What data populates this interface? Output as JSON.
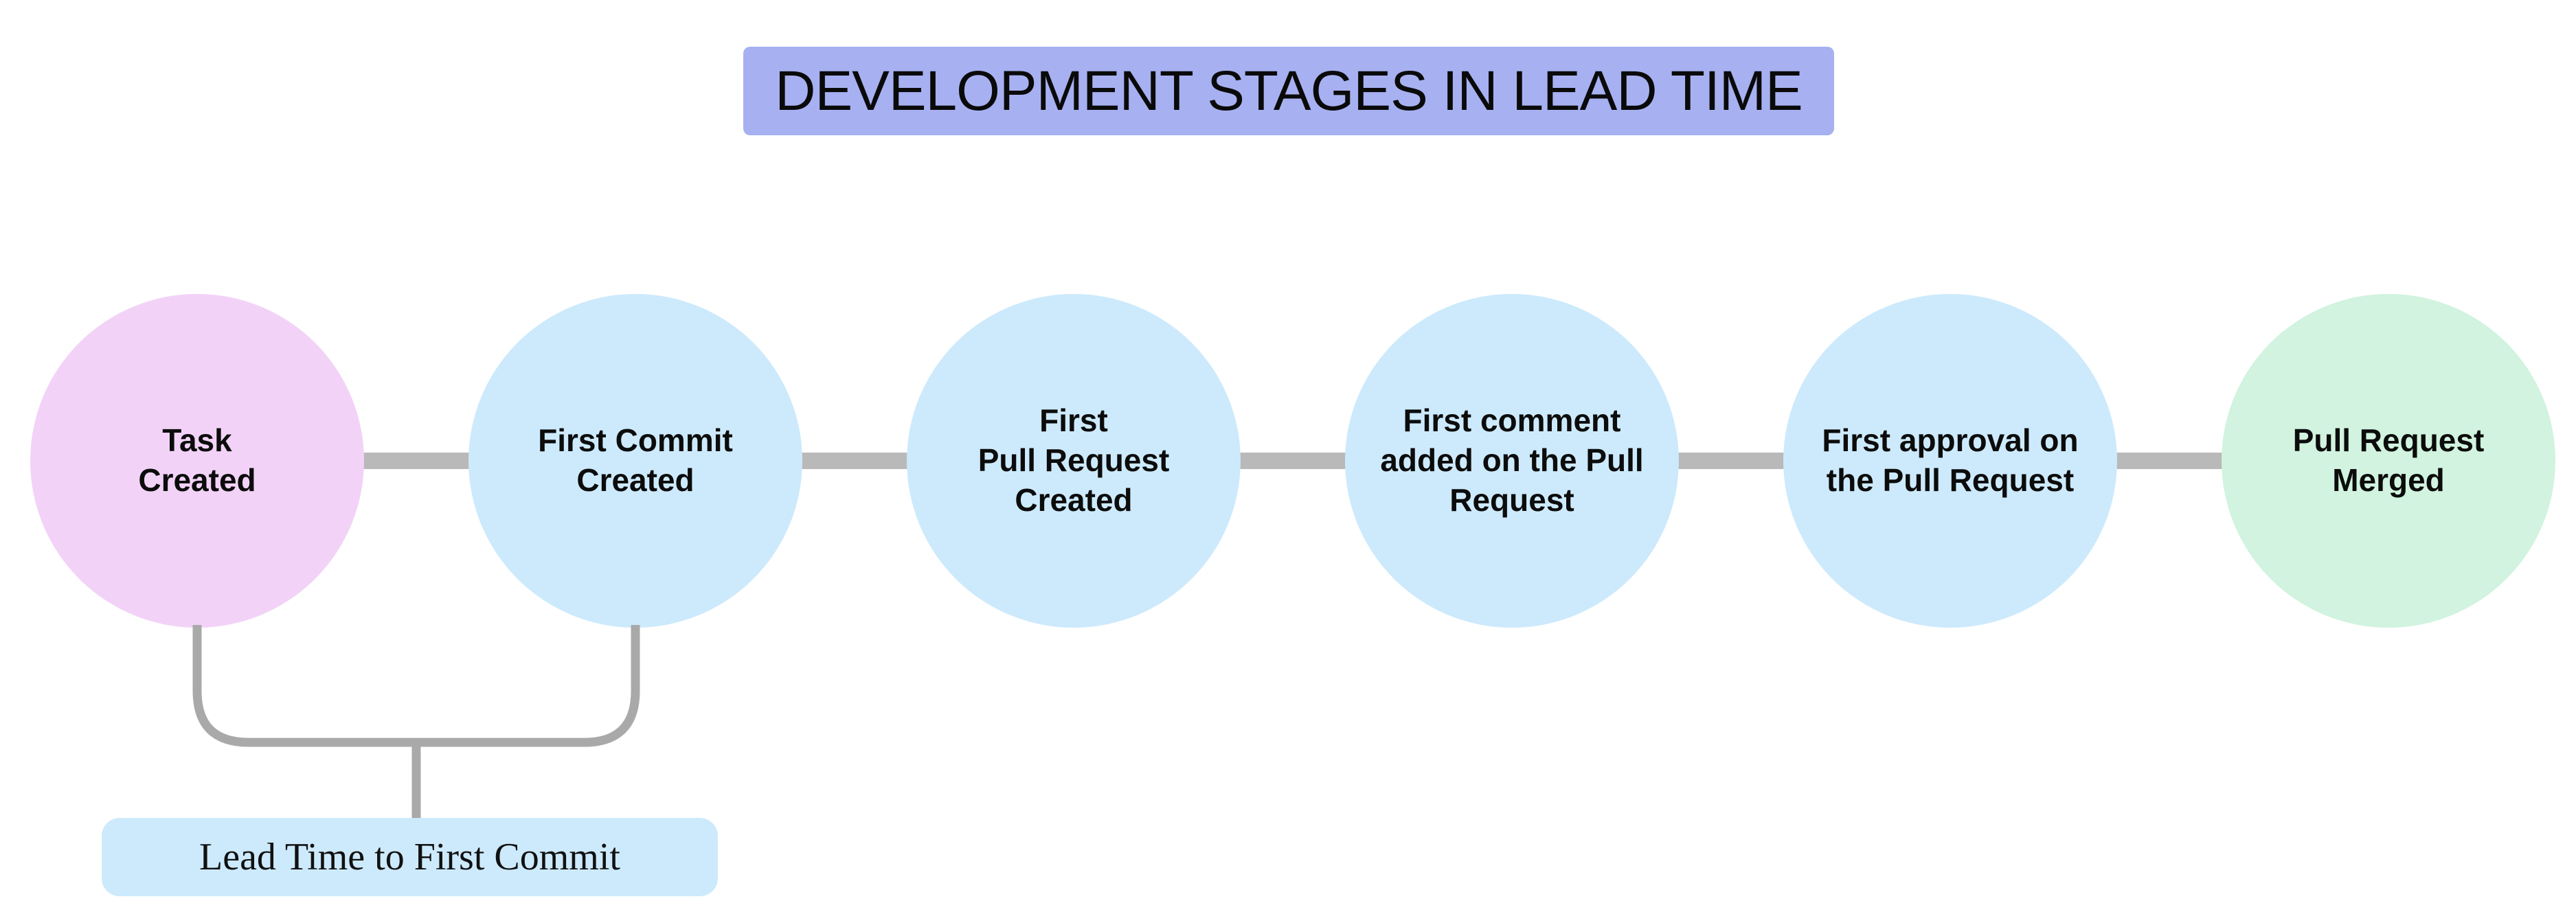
{
  "title": {
    "label": "DEVELOPMENT STAGES IN LEAD TIME"
  },
  "stages": [
    {
      "id": "task-created",
      "label": "Task\nCreated",
      "color": "#f2d3f7"
    },
    {
      "id": "first-commit-created",
      "label": "First Commit\nCreated",
      "color": "#cdeafc"
    },
    {
      "id": "first-pull-request-created",
      "label": "First\nPull Request\nCreated",
      "color": "#cdeafc"
    },
    {
      "id": "first-comment-added",
      "label": "First comment\nadded on the Pull\nRequest",
      "color": "#cdeafc"
    },
    {
      "id": "first-approval",
      "label": "First approval on\nthe Pull Request",
      "color": "#cdeafc"
    },
    {
      "id": "pull-request-merged",
      "label": "Pull Request\nMerged",
      "color": "#d1f3df"
    }
  ],
  "annotation": {
    "label": "Lead Time to First Commit",
    "color": "#cdeafc"
  },
  "colors": {
    "background": "#ffffff",
    "title_bg": "#a7b1f1",
    "connector": "#b9b9b9",
    "bracket": "#a9a9a9",
    "text": "#0c0c0c"
  }
}
